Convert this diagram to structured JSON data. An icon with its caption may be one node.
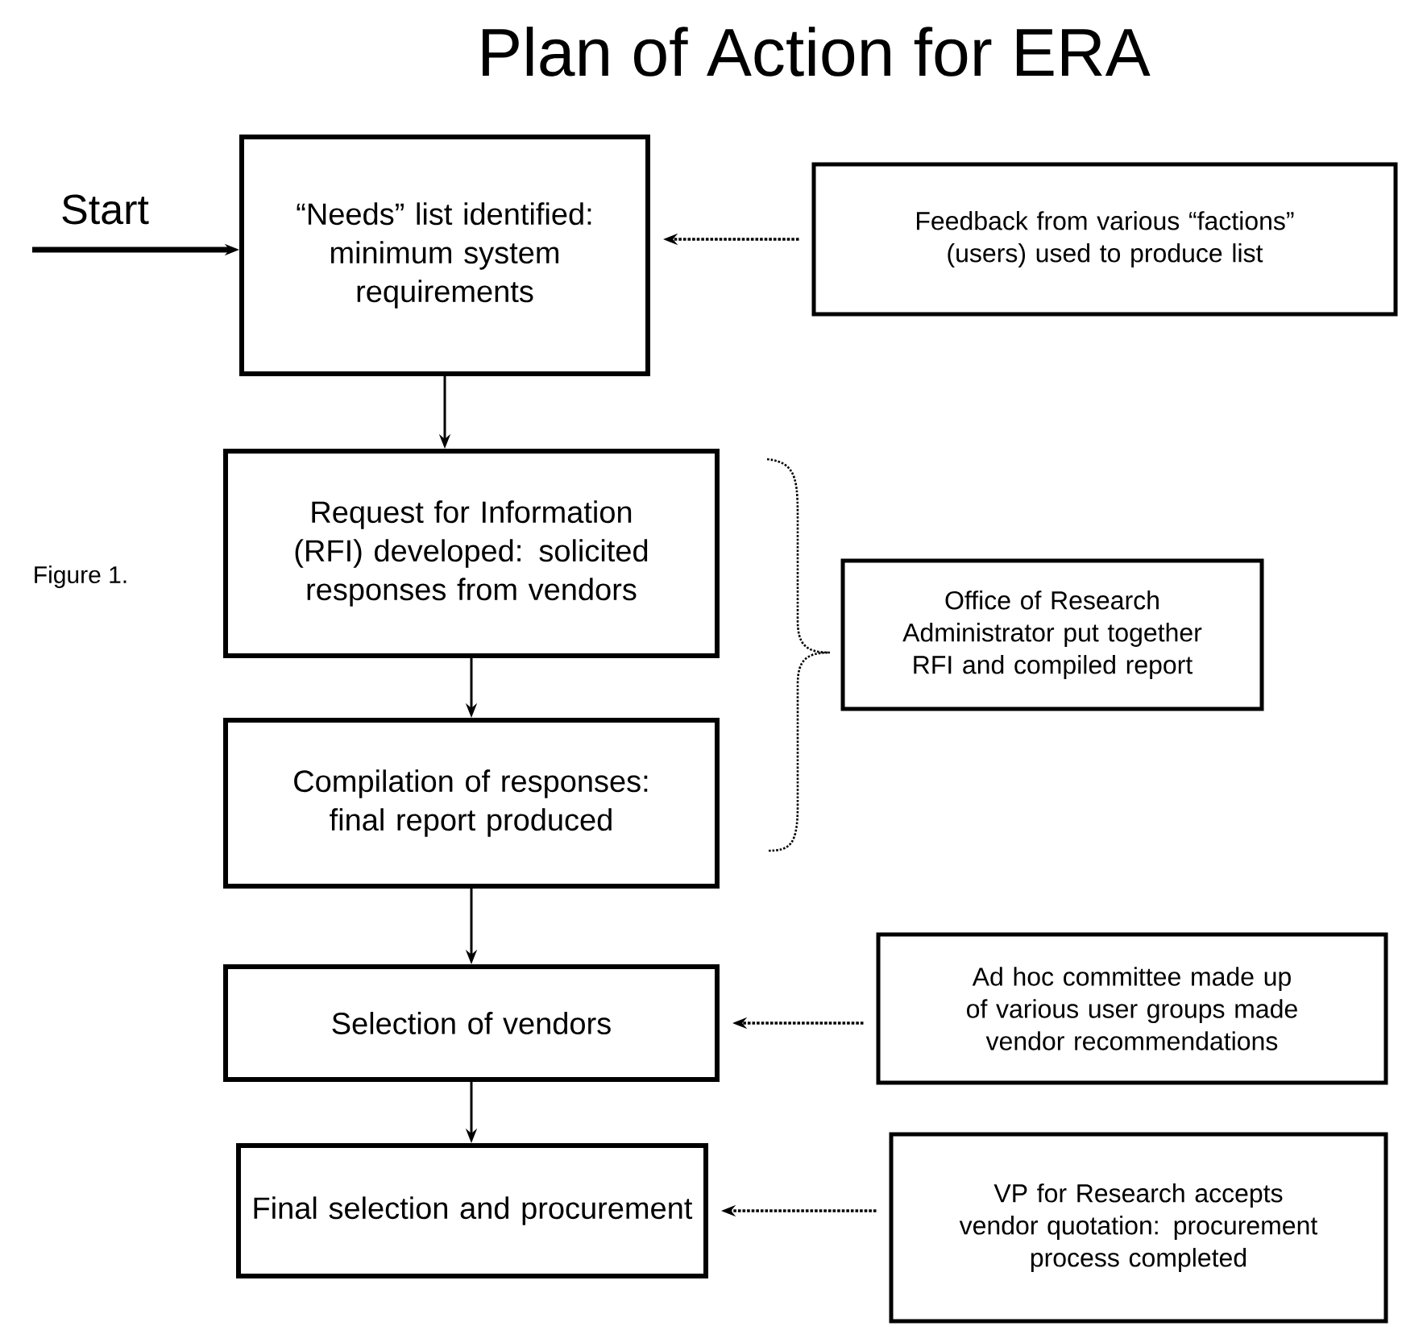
{
  "diagram": {
    "title": "Plan of Action for ERA",
    "nodes": [
      {
        "text": [
          "“Needs” list identified: minimum system requirements"
        ]
      },
      {
        "text": [
          "Feedback from various “factions” (users)  used to produce list"
        ]
      },
      {
        "text": [
          "Request for Information (RFI) developed: solicited responses from vendors"
        ]
      },
      {
        "text": [
          "Compilation of responses: final report produced"
        ]
      },
      {
        "text": [
          "Office of Research Administrator put together RFI and compiled report"
        ]
      },
      {
        "text": [
          "Selection of vendors"
        ]
      },
      {
        "text": [
          "Ad hoc committee made up of various user groups made vendor recommendations"
        ]
      },
      {
        "text": [
          "Final selection and procurement"
        ]
      },
      {
        "text": [
          "VP for Research accepts vendor quotation: procurement process completed"
        ]
      }
    ],
    "edges": [
      {
        "from": null,
        "to": 0,
        "arrow": "to",
        "style": "thick"
      },
      {
        "from": 1,
        "to": 0,
        "arrow": "to",
        "style": "dashed"
      },
      {
        "from": 0,
        "to": 2,
        "arrow": "to"
      },
      {
        "from": 2,
        "to": 3,
        "arrow": "to"
      },
      {
        "from": 3,
        "to": 5,
        "arrow": "to"
      },
      {
        "from": 6,
        "to": 5,
        "arrow": "to",
        "style": "dashed"
      },
      {
        "from": 5,
        "to": 7,
        "arrow": "to"
      },
      {
        "from": 8,
        "to": 7,
        "arrow": "to",
        "style": "dashed"
      }
    ],
    "labels": [
      "Start",
      "Figure 1."
    ]
  }
}
